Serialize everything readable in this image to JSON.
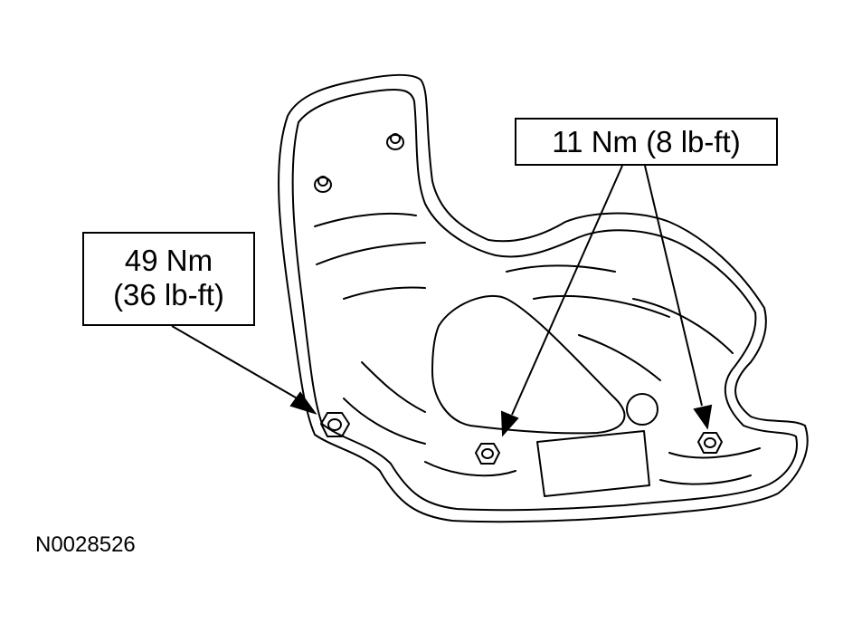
{
  "callouts": {
    "left": {
      "line1": "49 Nm",
      "line2": "(36 lb-ft)"
    },
    "right": {
      "text": "11 Nm (8 lb-ft)"
    }
  },
  "figure_id": "N0028526",
  "colors": {
    "ink": "#000000",
    "background": "#ffffff"
  }
}
